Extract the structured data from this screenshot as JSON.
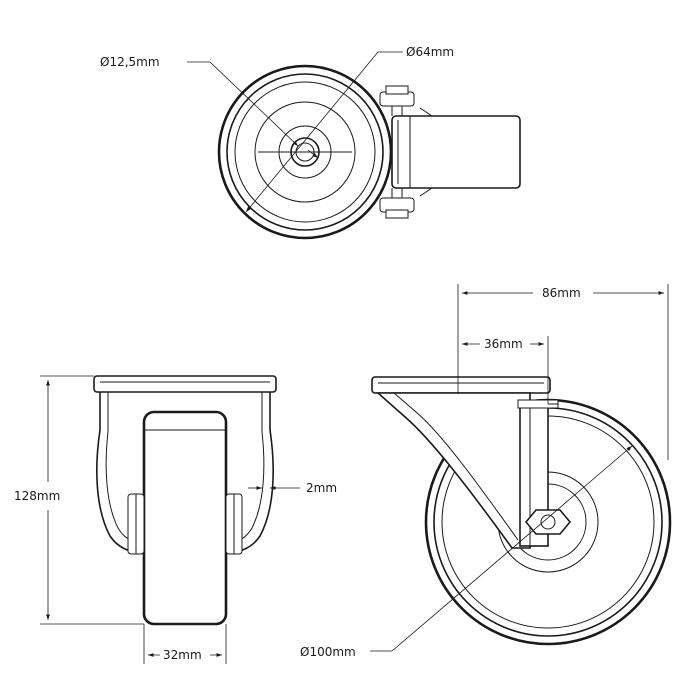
{
  "colors": {
    "line": "#1a1a1a",
    "background": "#ffffff"
  },
  "dimensions": {
    "bore_diameter": "Ø12,5mm",
    "hub_diameter": "Ø64mm",
    "mount_offset": "86mm",
    "plate_offset": "36mm",
    "total_height": "128mm",
    "clearance": "2mm",
    "wheel_width": "32mm",
    "wheel_diameter": "Ø100mm"
  },
  "views": [
    "top-view",
    "front-view",
    "side-view"
  ]
}
